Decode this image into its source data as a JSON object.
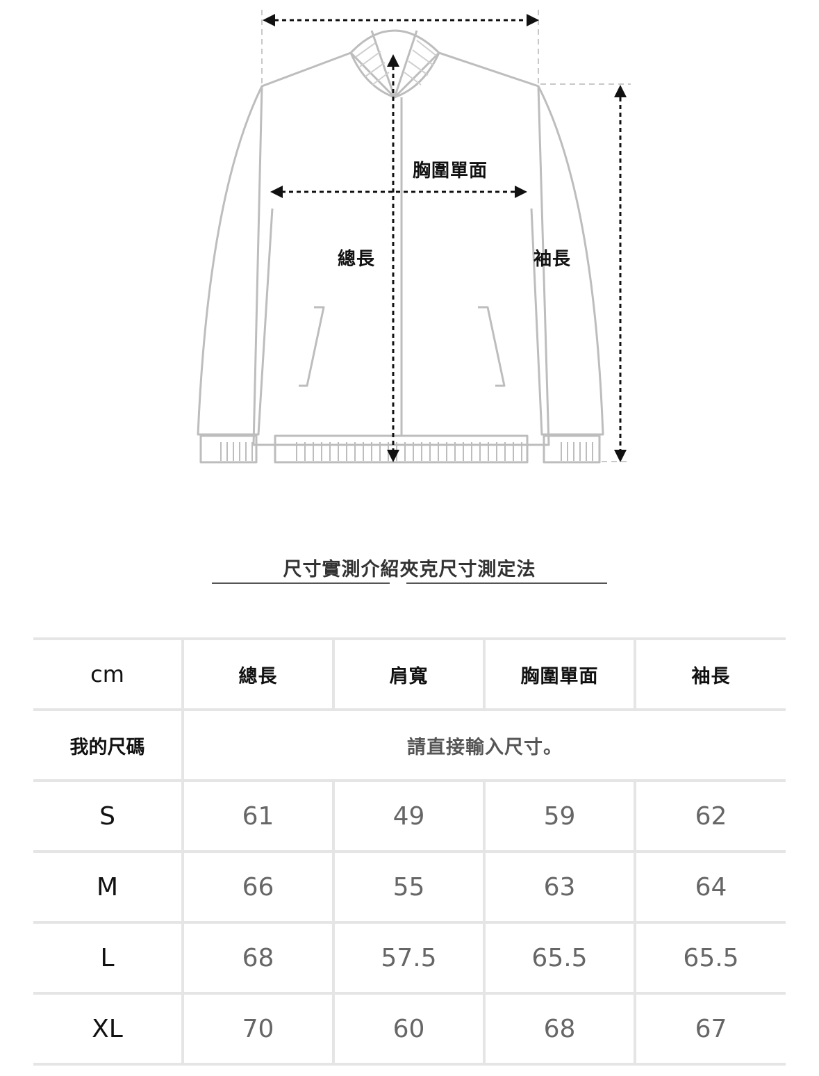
{
  "diagram": {
    "chest_label": "胸圍單面",
    "length_label": "總長",
    "sleeve_label": "袖長"
  },
  "section_title": "尺寸實測介紹夾克尺寸測定法",
  "table": {
    "unit": "cm",
    "columns": [
      "總長",
      "肩寬",
      "胸圍單面",
      "袖長"
    ],
    "my_size_label": "我的尺碼",
    "my_size_note": "請直接輸入尺寸。",
    "rows": [
      {
        "size": "S",
        "values": [
          "61",
          "49",
          "59",
          "62"
        ]
      },
      {
        "size": "M",
        "values": [
          "66",
          "55",
          "63",
          "64"
        ]
      },
      {
        "size": "L",
        "values": [
          "68",
          "57.5",
          "65.5",
          "65.5"
        ]
      },
      {
        "size": "XL",
        "values": [
          "70",
          "60",
          "68",
          "67"
        ]
      }
    ]
  }
}
